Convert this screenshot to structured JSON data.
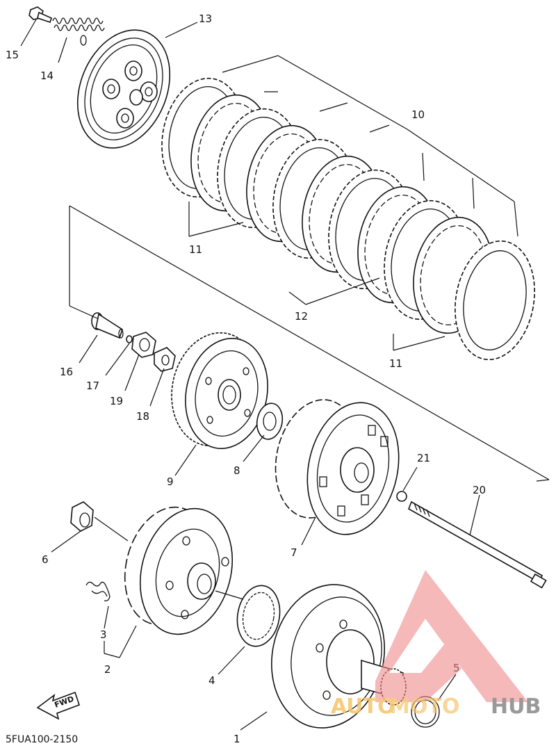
{
  "diagram": {
    "part_labels": {
      "p1": "1",
      "p2": "2",
      "p3": "3",
      "p4": "4",
      "p5": "5",
      "p6": "6",
      "p7": "7",
      "p8": "8",
      "p9": "9",
      "p10": "10",
      "p11a": "11",
      "p11b": "11",
      "p12": "12",
      "p13": "13",
      "p14": "14",
      "p15": "15",
      "p16": "16",
      "p17": "17",
      "p18": "18",
      "p19": "19",
      "p20": "20",
      "p21": "21"
    },
    "fwd_label": "FWD",
    "drawing_code": "5FUA100-2150"
  },
  "watermark": {
    "text_auto": "AUTO",
    "text_moto": "MOTO",
    "text_hub": "HUB",
    "colors": {
      "triangle": "#ef8a8a",
      "auto": "#f6c468",
      "hub": "#888888"
    }
  }
}
